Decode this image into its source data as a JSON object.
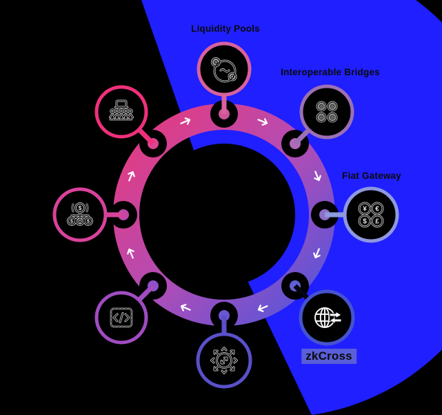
{
  "diagram": {
    "type": "circular-flow",
    "flow_direction": "clockwise",
    "segment_count": 8,
    "arrow_count": 8
  },
  "colors": {
    "background": "#000000",
    "wedge": "#1F1FFF",
    "ring_gradient_start": "#E8397B",
    "ring_gradient_mid": "#B44CB4",
    "ring_gradient_end": "#5156DC",
    "arrow": "#FFFFFF",
    "label_text": "#0A0A0A",
    "node_fill": "#000000",
    "anchor_dot": "#000000"
  },
  "nodes": [
    {
      "id": "liquidity-pools",
      "position": "top",
      "label": "Liquidity Pools",
      "icon": "liquidity-pool-coins-icon",
      "colors": {
        "border": "#D8619E",
        "stem": "#D8619E",
        "anchor_hole": "#CC5598"
      }
    },
    {
      "id": "interoperable-bridges",
      "position": "top-right",
      "label": "Interoperable Bridges",
      "icon": "bridged-token-grid-icon",
      "colors": {
        "border": "#9C70B2",
        "stem": "#9C70B2",
        "anchor_hole": "#B169BA"
      }
    },
    {
      "id": "fiat-gateway",
      "position": "right",
      "label": "Fiat Gateway",
      "icon": "fiat-currency-coins-icon",
      "symbols": [
        "¥",
        "€",
        "$",
        "£"
      ],
      "colors": {
        "border": "#8E99DE",
        "stem": "#8E99DE",
        "anchor_hole": "#8F6EC8"
      }
    },
    {
      "id": "zkcross",
      "position": "bottom-right",
      "label": "zkCross",
      "label_highlighted": true,
      "icon": "globe-cross-chain-transfer-icon",
      "colors": {
        "border": "#4653CE",
        "stem": "#050510",
        "anchor_hole": "#6060D8",
        "label_bg": "#5A5ED8"
      }
    },
    {
      "id": "omnichannel-distribution",
      "position": "bottom",
      "label": "",
      "icon": "expand-arrows-icon",
      "colors": {
        "border": "#5A50CA",
        "stem": "#5A50CA",
        "anchor_hole": "#6C55D2"
      }
    },
    {
      "id": "developer-sdk",
      "position": "bottom-left",
      "label": "",
      "icon": "code-icon",
      "colors": {
        "border": "#A04CC2",
        "stem": "#A04CC2",
        "anchor_hole": "#9050C6"
      }
    },
    {
      "id": "fund-allocation",
      "position": "left",
      "label": "",
      "icon": "fund-allocation-icon",
      "coin_symbol": "$",
      "colors": {
        "border": "#D8429A",
        "stem": "#D8429A",
        "anchor_hole": "#C248A6"
      }
    },
    {
      "id": "community-team",
      "position": "top-left",
      "label": "",
      "icon": "team-icon",
      "colors": {
        "border": "#F0307A",
        "stem": "#F0307A",
        "anchor_hole": "#DA4590"
      }
    }
  ]
}
